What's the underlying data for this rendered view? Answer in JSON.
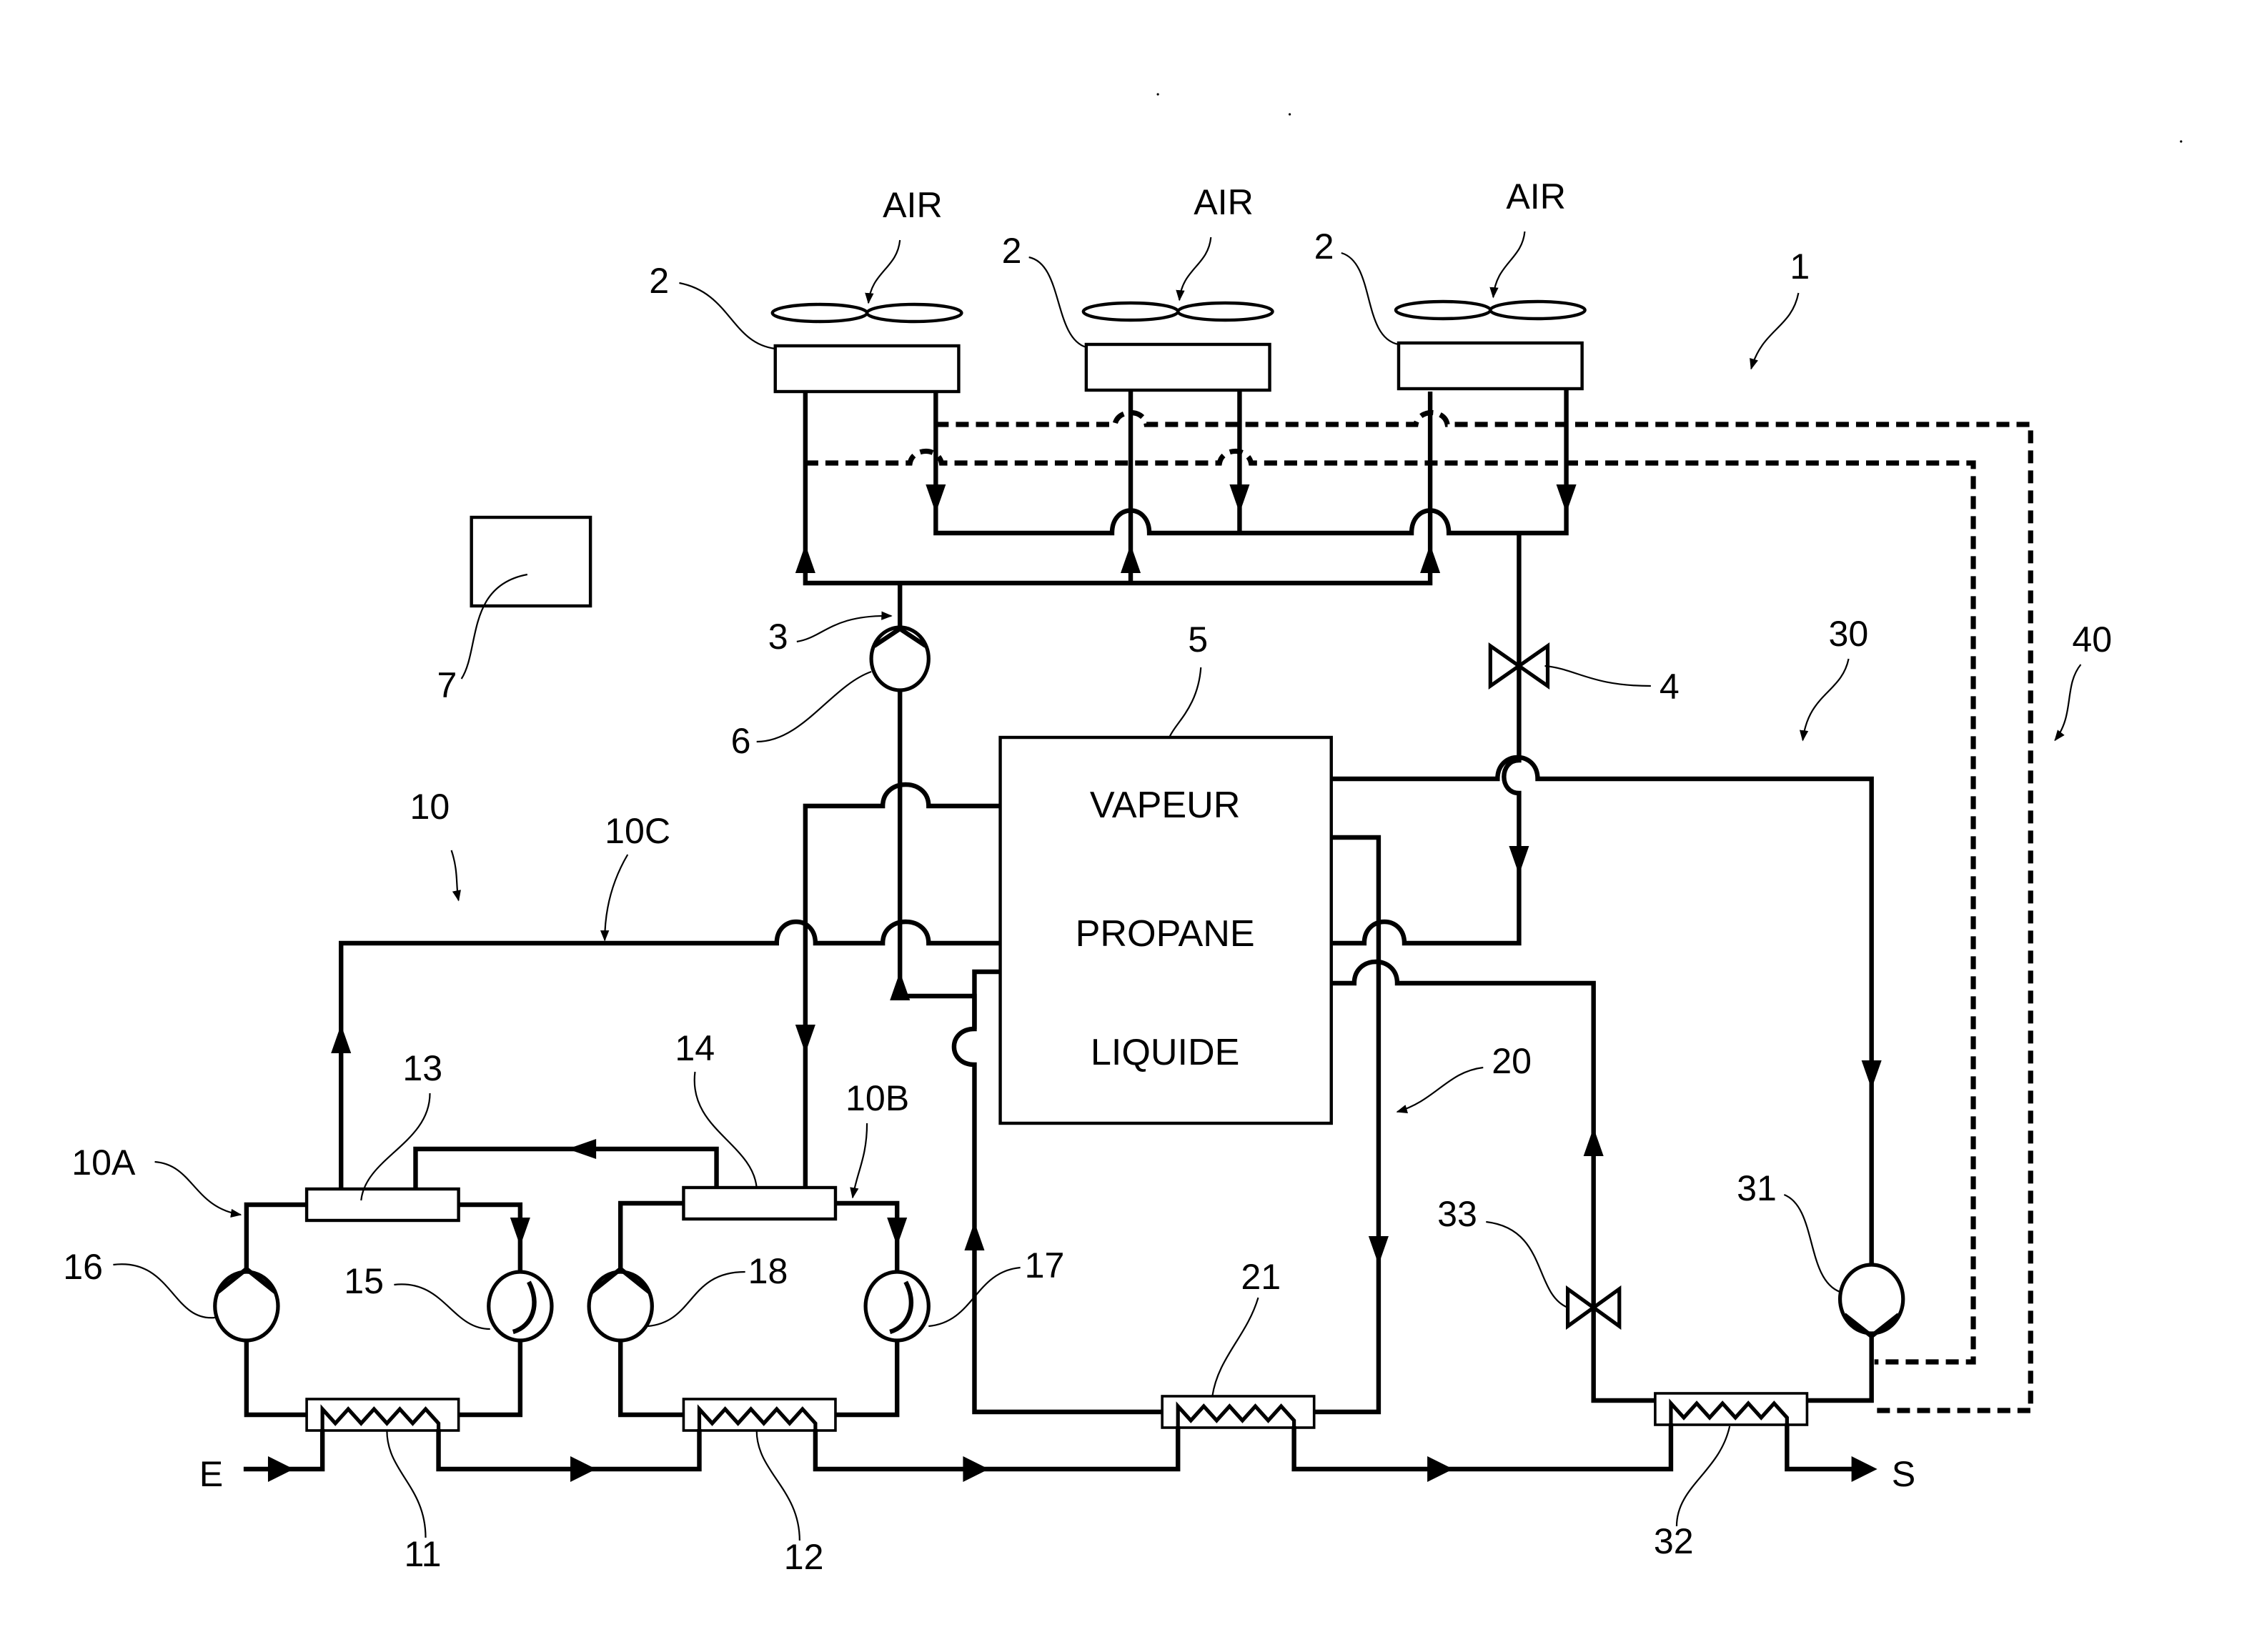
{
  "figure": {
    "system_ref": "1",
    "air_label": "AIR",
    "condenser_ref": "2",
    "collector_ref": "3",
    "expansion_valve_ref": "4",
    "tank_ref": "5",
    "compressor_ref": "6",
    "controller_ref": "7",
    "circuit_10_ref": "10",
    "circuit_10A_ref": "10A",
    "circuit_10B_ref": "10B",
    "circuit_10C_ref": "10C",
    "hx_11_ref": "11",
    "hx_12_ref": "12",
    "box_13_ref": "13",
    "box_14_ref": "14",
    "pump_15_ref": "15",
    "pump_16_ref": "16",
    "pump_17_ref": "17",
    "pump_18_ref": "18",
    "circuit_20_ref": "20",
    "hx_21_ref": "21",
    "circuit_30_ref": "30",
    "pump_31_ref": "31",
    "hx_32_ref": "32",
    "valve_33_ref": "33",
    "circuit_40_ref": "40",
    "inlet_label": "E",
    "outlet_label": "S"
  },
  "tank": {
    "vapour_label": "VAPEUR",
    "propane_label": "PROPANE",
    "liquid_label": "LIQUIDE"
  }
}
